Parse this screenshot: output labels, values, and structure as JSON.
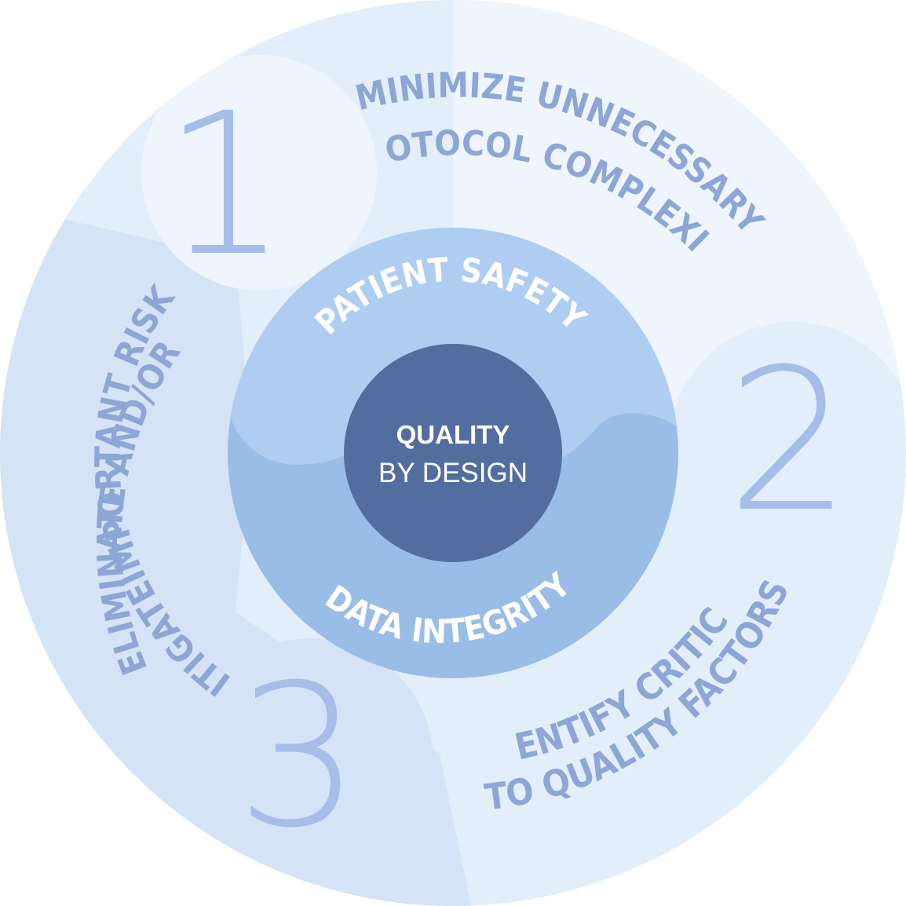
{
  "colors": {
    "outer_ring": "#e3eefb",
    "outer_highlight": "#eef5fd",
    "segment3": "#d4e3f5",
    "inner_top": "#aecdf0",
    "inner_bottom": "#99bde6",
    "core": "#536d9f",
    "number_color": "#a5bde8",
    "outer_text_color": "#8ea6d6",
    "white": "#ffffff"
  },
  "core": {
    "title": "QUALITY",
    "subtitle": "BY DESIGN"
  },
  "inner_ring": {
    "top_label": "PATIENT SAFETY",
    "bottom_label": "DATA INTEGRITY"
  },
  "steps": [
    {
      "number": "1",
      "line1": "MINIMIZE UNNECESSARY",
      "line2": "PROTOCOL COMPLEXITY"
    },
    {
      "number": "2",
      "line1": "IDENTIFY CRITICAL",
      "line2": "TO QUALITY FACTORS"
    },
    {
      "number": "3",
      "line1": "ELIMINATE AND/OR",
      "line2": "MITIGATEIMPORTANT RISKS"
    }
  ]
}
